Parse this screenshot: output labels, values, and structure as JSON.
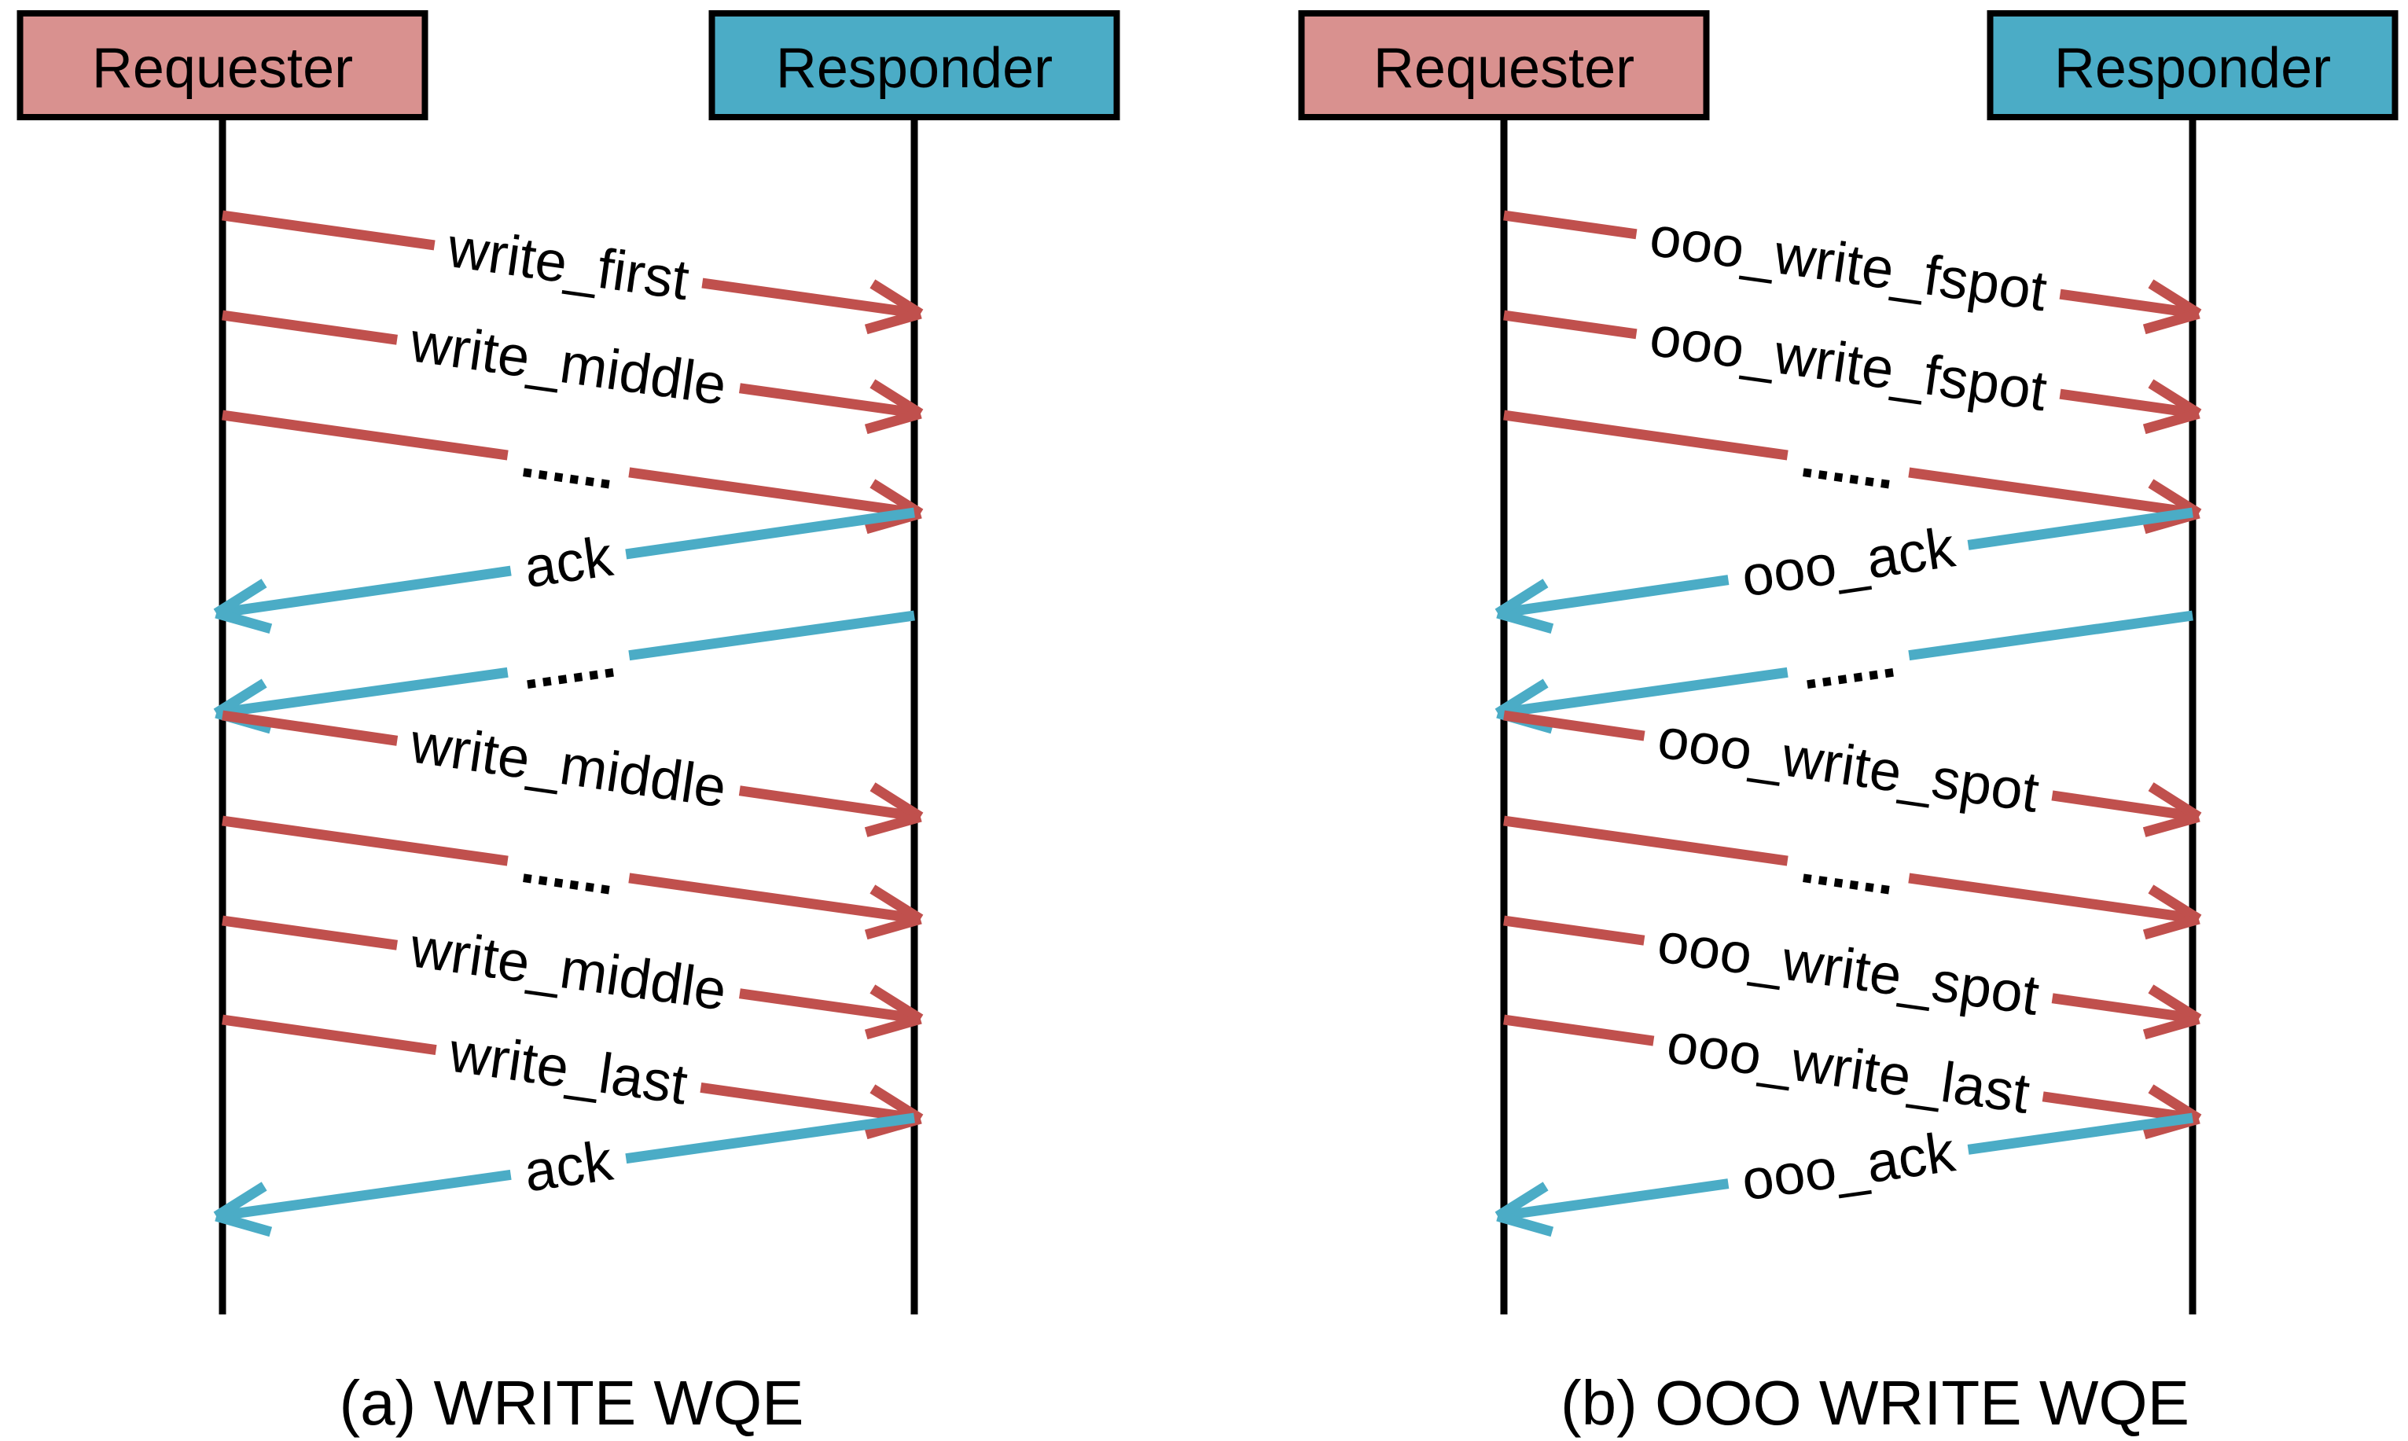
{
  "figure": {
    "background": "#ffffff",
    "colors": {
      "request_arrow": "#c0504d",
      "response_arrow": "#4bacc6",
      "requester_box_fill": "#d9918f",
      "responder_box_fill": "#4bacc6",
      "outline": "#000000",
      "text": "#000000"
    },
    "diagrams": [
      {
        "id": "a",
        "caption": "(a) WRITE WQE",
        "actors": [
          {
            "id": "requester",
            "label": "Requester"
          },
          {
            "id": "responder",
            "label": "Responder"
          }
        ],
        "messages": [
          {
            "label": "write_first",
            "from": "requester",
            "to": "responder",
            "kind": "request"
          },
          {
            "label": "write_middle",
            "from": "requester",
            "to": "responder",
            "kind": "request"
          },
          {
            "label": "......",
            "from": "requester",
            "to": "responder",
            "kind": "request"
          },
          {
            "label": "ack",
            "from": "responder",
            "to": "requester",
            "kind": "response"
          },
          {
            "label": "......",
            "from": "responder",
            "to": "requester",
            "kind": "response"
          },
          {
            "label": "write_middle",
            "from": "requester",
            "to": "responder",
            "kind": "request"
          },
          {
            "label": "......",
            "from": "requester",
            "to": "responder",
            "kind": "request"
          },
          {
            "label": "write_middle",
            "from": "requester",
            "to": "responder",
            "kind": "request"
          },
          {
            "label": "write_last",
            "from": "requester",
            "to": "responder",
            "kind": "request"
          },
          {
            "label": "ack",
            "from": "responder",
            "to": "requester",
            "kind": "response"
          }
        ]
      },
      {
        "id": "b",
        "caption": "(b) OOO WRITE WQE",
        "actors": [
          {
            "id": "requester",
            "label": "Requester"
          },
          {
            "id": "responder",
            "label": "Responder"
          }
        ],
        "messages": [
          {
            "label": "ooo_write_fspot",
            "from": "requester",
            "to": "responder",
            "kind": "request"
          },
          {
            "label": "ooo_write_fspot",
            "from": "requester",
            "to": "responder",
            "kind": "request"
          },
          {
            "label": "......",
            "from": "requester",
            "to": "responder",
            "kind": "request"
          },
          {
            "label": "ooo_ack",
            "from": "responder",
            "to": "requester",
            "kind": "response"
          },
          {
            "label": "......",
            "from": "responder",
            "to": "requester",
            "kind": "response"
          },
          {
            "label": "ooo_write_spot",
            "from": "requester",
            "to": "responder",
            "kind": "request"
          },
          {
            "label": "......",
            "from": "requester",
            "to": "responder",
            "kind": "request"
          },
          {
            "label": "ooo_write_spot",
            "from": "requester",
            "to": "responder",
            "kind": "request"
          },
          {
            "label": "ooo_write_last",
            "from": "requester",
            "to": "responder",
            "kind": "request"
          },
          {
            "label": "ooo_ack",
            "from": "responder",
            "to": "requester",
            "kind": "response"
          }
        ]
      }
    ]
  }
}
